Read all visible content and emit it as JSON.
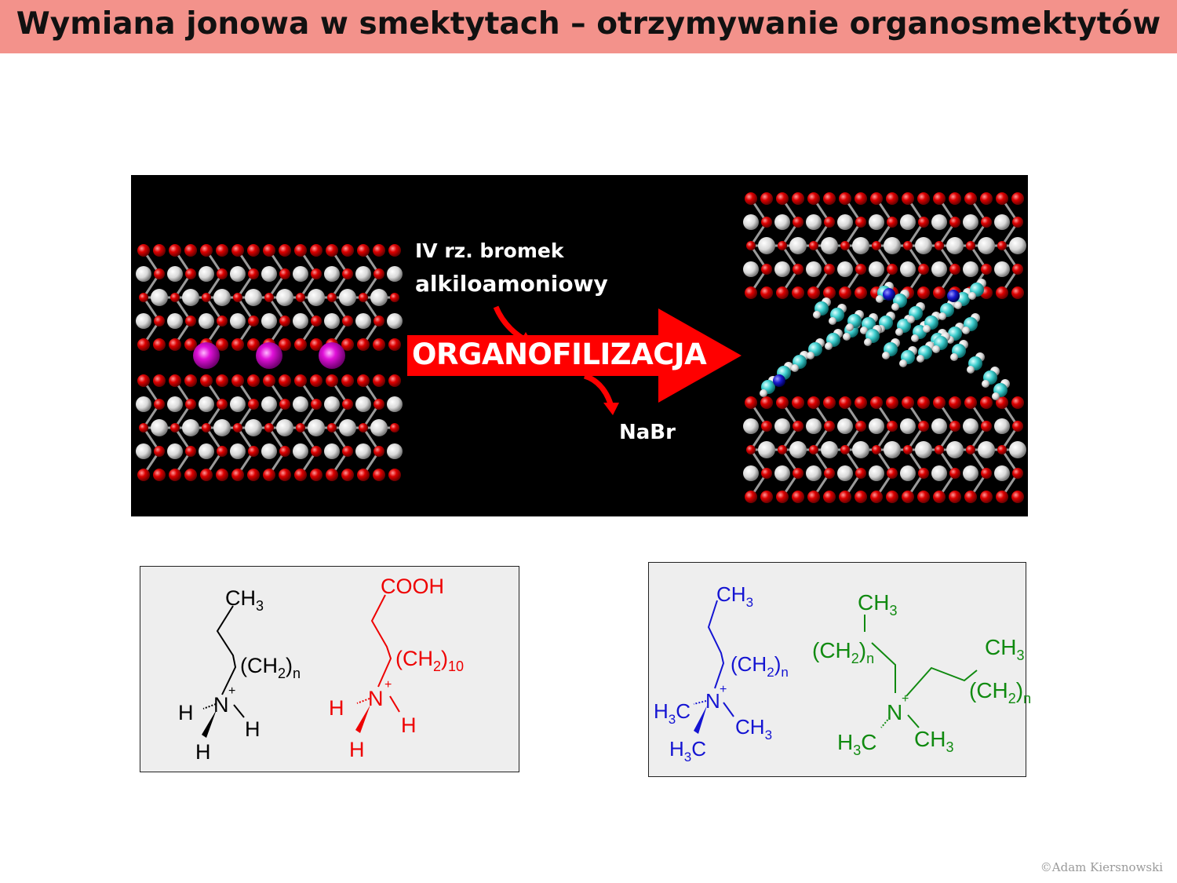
{
  "header": {
    "title": "Wymiana jonowa w smektytach – otrzymywanie organosmektytów",
    "background_color": "#f3928b"
  },
  "scheme": {
    "reagent_line1": "IV rz. bromek",
    "reagent_line2": "alkiloamoniowy",
    "process_label": "ORGANOFILIZACJA",
    "byproduct": "NaBr",
    "arrow_color": "#ff0000"
  },
  "left_box": {
    "black_molecule": {
      "ch3": "CH",
      "ch3_sub": "3",
      "chain": "(CH",
      "chain_sub": "2",
      "chain_close": ")",
      "chain_n": "n",
      "plus": "+",
      "n_atom": "N",
      "h1": "H",
      "h2": "H",
      "h3": "H",
      "color": "#000000"
    },
    "red_molecule": {
      "cooh": "COOH",
      "chain": "(CH",
      "chain_sub": "2",
      "chain_close": ")",
      "chain_n": "10",
      "plus": "+",
      "n_atom": "N",
      "h1": "H",
      "h2": "H",
      "h3": "H",
      "color": "#ee0000"
    }
  },
  "right_box": {
    "blue_molecule": {
      "ch3_top": "CH",
      "ch3_top_sub": "3",
      "chain": "(CH",
      "chain_sub": "2",
      "chain_close": ")",
      "chain_n": "n",
      "plus": "+",
      "n_atom": "N",
      "h3c_1a": "H",
      "h3c_1b": "3",
      "h3c_1c": "C",
      "h3c_2a": "H",
      "h3c_2b": "3",
      "h3c_2c": "C",
      "ch3_right": "CH",
      "ch3_right_sub": "3",
      "color": "#1414d2"
    },
    "green_molecule": {
      "ch3_top": "CH",
      "ch3_top_sub": "3",
      "chain_left": "(CH",
      "chain_left_sub": "2",
      "chain_left_close": ")",
      "chain_left_n": "n",
      "ch3_right_top": "CH",
      "ch3_right_top_sub": "3",
      "chain_right": "(CH",
      "chain_right_sub": "2",
      "chain_right_close": ")",
      "chain_right_n": "n",
      "plus": "+",
      "n_atom": "N",
      "h3c_a": "H",
      "h3c_b": "3",
      "h3c_c": "C",
      "ch3_bottom": "CH",
      "ch3_bottom_sub": "3",
      "color": "#108a10"
    }
  },
  "footer": {
    "copyright": "©Adam Kiersnowski"
  }
}
